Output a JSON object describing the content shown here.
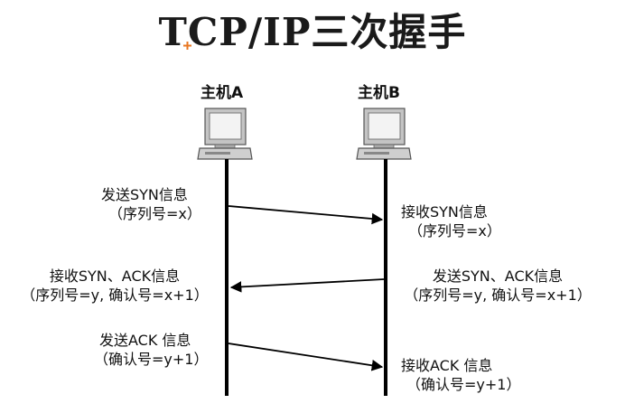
{
  "title": "TCP/IP三次握手",
  "hosts": {
    "a": {
      "label": "主机A"
    },
    "b": {
      "label": "主机B"
    }
  },
  "messages": {
    "step1_send": {
      "line1": "发送SYN信息",
      "line2": "（序列号=x）"
    },
    "step1_recv": {
      "line1": "接收SYN信息",
      "line2": "（序列号=x）"
    },
    "step2_send": {
      "line1": "发送SYN、ACK信息",
      "line2": "（序列号=y, 确认号=x+1）"
    },
    "step2_recv": {
      "line1": "接收SYN、ACK信息",
      "line2": "（序列号=y, 确认号=x+1）"
    },
    "step3_send": {
      "line1": "发送ACK 信息",
      "line2": "（确认号=y+1）"
    },
    "step3_recv": {
      "line1": "接收ACK 信息",
      "line2": "（确认号=y+1）"
    }
  },
  "colors": {
    "accent_cursor": "#e87722",
    "line": "#000000",
    "computer_body": "#c8c8c8"
  },
  "icons": {
    "host_a": "computer-icon",
    "host_b": "computer-icon",
    "cursor": "plus-cursor-icon"
  }
}
